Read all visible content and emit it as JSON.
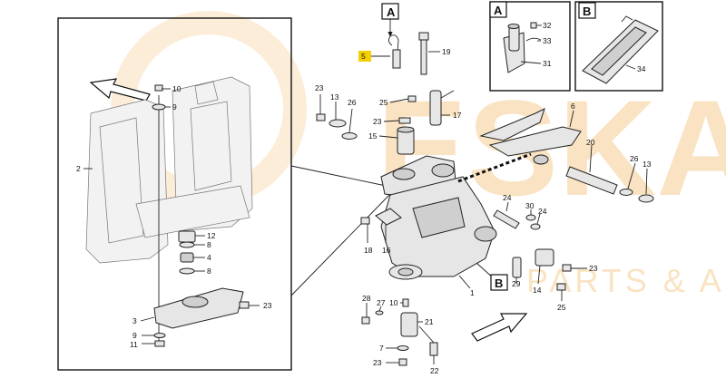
{
  "watermark": {
    "brand": "ESKA",
    "sub": "PARTS & ALYS"
  },
  "highlight_color": "#f5d000",
  "watermark_color": "#f3c27a",
  "view_labels": {
    "a_main": "A",
    "b_main": "B",
    "a_inset": "A",
    "b_inset": "B"
  },
  "inset_callouts": [
    {
      "id": "10",
      "text": "10"
    },
    {
      "id": "9t",
      "text": "9"
    },
    {
      "id": "2",
      "text": "2"
    },
    {
      "id": "12",
      "text": "12"
    },
    {
      "id": "8a",
      "text": "8"
    },
    {
      "id": "4",
      "text": "4"
    },
    {
      "id": "8b",
      "text": "8"
    },
    {
      "id": "23l",
      "text": "23"
    },
    {
      "id": "3",
      "text": "3"
    },
    {
      "id": "9b",
      "text": "9"
    },
    {
      "id": "11",
      "text": "11"
    }
  ],
  "main_callouts": [
    {
      "id": "5",
      "text": "5",
      "highlight": true
    },
    {
      "id": "19",
      "text": "19"
    },
    {
      "id": "23a",
      "text": "23"
    },
    {
      "id": "13a",
      "text": "13"
    },
    {
      "id": "26a",
      "text": "26"
    },
    {
      "id": "25a",
      "text": "25"
    },
    {
      "id": "23b",
      "text": "23"
    },
    {
      "id": "17",
      "text": "17"
    },
    {
      "id": "15",
      "text": "15"
    },
    {
      "id": "18",
      "text": "18"
    },
    {
      "id": "16",
      "text": "16"
    },
    {
      "id": "24a",
      "text": "24"
    },
    {
      "id": "30",
      "text": "30"
    },
    {
      "id": "24b",
      "text": "24"
    },
    {
      "id": "6",
      "text": "6"
    },
    {
      "id": "20",
      "text": "20"
    },
    {
      "id": "26b",
      "text": "26"
    },
    {
      "id": "13b",
      "text": "13"
    },
    {
      "id": "23c",
      "text": "23"
    },
    {
      "id": "29",
      "text": "29"
    },
    {
      "id": "14",
      "text": "14"
    },
    {
      "id": "25b",
      "text": "25"
    },
    {
      "id": "1",
      "text": "1"
    },
    {
      "id": "28",
      "text": "28"
    },
    {
      "id": "27",
      "text": "27"
    },
    {
      "id": "10b",
      "text": "10"
    },
    {
      "id": "21",
      "text": "21"
    },
    {
      "id": "7",
      "text": "7"
    },
    {
      "id": "23d",
      "text": "23"
    },
    {
      "id": "22",
      "text": "22"
    }
  ],
  "detail_a_callouts": [
    {
      "id": "32",
      "text": "32"
    },
    {
      "id": "33",
      "text": "33"
    },
    {
      "id": "31",
      "text": "31"
    }
  ],
  "detail_b_callouts": [
    {
      "id": "34",
      "text": "34"
    }
  ]
}
